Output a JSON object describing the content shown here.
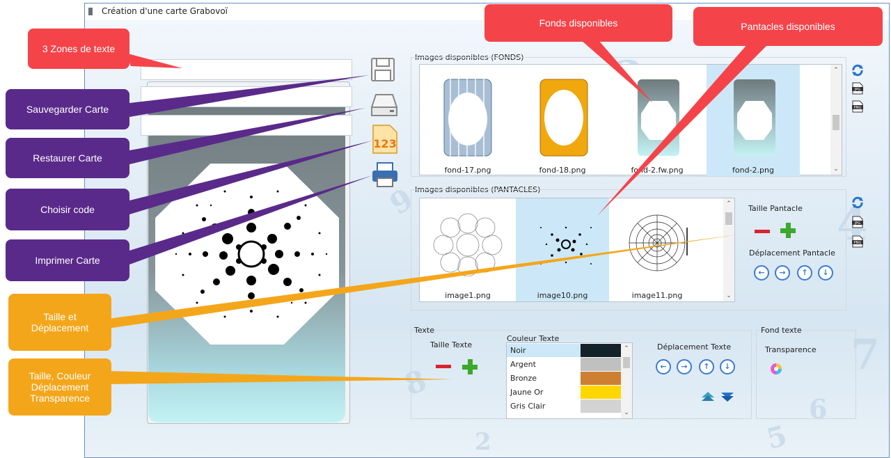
{
  "window": {
    "title": "Création d'une carte Grabovoï"
  },
  "panels": {
    "fonds": {
      "label": "Images disponibles (FONDS)",
      "items": [
        "fond-17.png",
        "fond-18.png",
        "fond-2.fw.png",
        "fond-2.png"
      ],
      "selected": "fond-2.png"
    },
    "pantacles": {
      "label": "Images disponibles (PANTACLES)",
      "items": [
        "image1.png",
        "image10.png",
        "image11.png"
      ],
      "selected": "image10.png"
    }
  },
  "pantacle_controls": {
    "taille_label": "Taille Pantacle",
    "deplacement_label": "Déplacement Pantacle"
  },
  "text_controls": {
    "group_label": "Texte",
    "taille_label": "Taille Texte",
    "couleur_label": "Couleur Texte",
    "deplacement_label": "Déplacement Texte",
    "colors": [
      {
        "name": "Noir",
        "swatch": "#14222a"
      },
      {
        "name": "Argent",
        "swatch": "#c0c0c0"
      },
      {
        "name": "Bronze",
        "swatch": "#cd7f32"
      },
      {
        "name": "Jaune Or",
        "swatch": "#ffd700"
      },
      {
        "name": "Gris Clair",
        "swatch": "#d3d3d3"
      }
    ],
    "selected_color": "Noir"
  },
  "fond_texte": {
    "label": "Fond texte",
    "transparence_label": "Transparence"
  },
  "callouts": {
    "zones": "3 Zones de texte",
    "sauvegarder": "Sauvegarder Carte",
    "restaurer": "Restaurer Carte",
    "choisir": "Choisir code",
    "imprimer": "Imprimer Carte",
    "taille_deplacement": "Taille et Déplacement",
    "taille_couleur": "Taille, Couleur Déplacement Transparence",
    "fonds": "Fonds disponibles",
    "pantacles": "Pantacles disponibles"
  },
  "icons": {
    "save": "floppy-disk-icon",
    "restore": "drive-icon",
    "code": "123-icon",
    "print": "printer-icon",
    "refresh": "refresh-icon",
    "jpg": "jpg-file-icon",
    "png": "png-file-icon"
  },
  "colors": {
    "callout_red": "#f4444a",
    "callout_purple": "#5a2a8a",
    "callout_orange": "#f4a61b",
    "selection": "#cce8f8"
  }
}
